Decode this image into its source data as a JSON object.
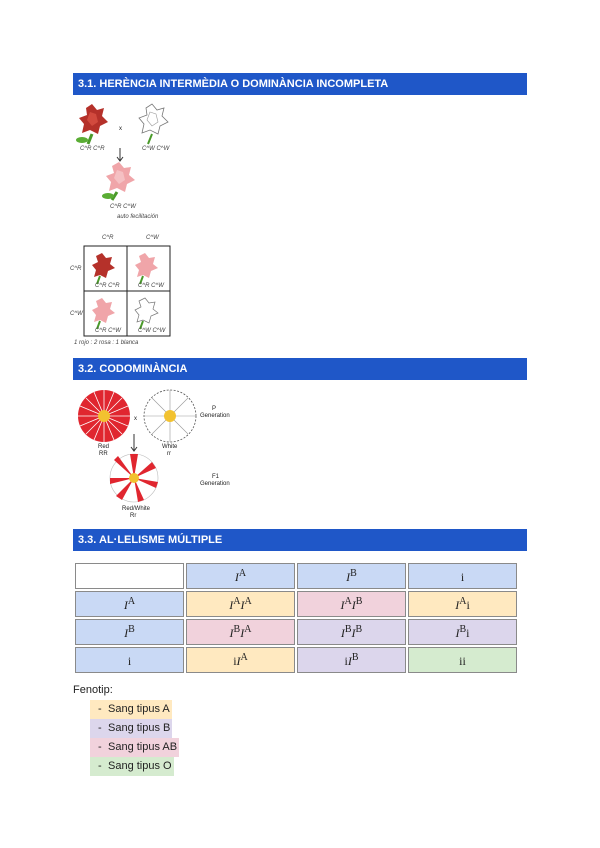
{
  "sections": {
    "s1": {
      "title": "3.1. HERÈNCIA INTERMÈDIA O DOMINÀNCIA INCOMPLETA"
    },
    "s2": {
      "title": "3.2. CODOMINÀNCIA"
    },
    "s3": {
      "title": "3.3. AL·LELISME MÚLTIPLE"
    }
  },
  "fig1": {
    "cross_symbol": "x",
    "parent_red_genotype": "C^R C^R",
    "parent_white_genotype": "C^W C^W",
    "f1_genotype": "C^R C^W",
    "f1_caption": "auto fecilitación",
    "col_head_1": "C^R",
    "col_head_2": "C^W",
    "row_head_1": "C^R",
    "row_head_2": "C^W",
    "cell_genotypes": [
      "C^R C^R",
      "C^R C^W",
      "C^R C^W",
      "C^W C^W"
    ],
    "ratio": "1 rojo : 2 rosa : 1 blanca"
  },
  "fig2": {
    "cross_symbol": "x",
    "p_label": "P",
    "p_gen": "Generation",
    "red_label": "Red",
    "red_geno": "RR",
    "white_label": "White",
    "white_geno": "rr",
    "f1_label": "F1",
    "f1_gen": "Generation",
    "offspring_label": "Red/White",
    "offspring_geno": "Rr"
  },
  "allele_table": {
    "col_headers": [
      {
        "base": "I",
        "sup": "A"
      },
      {
        "base": "I",
        "sup": "B"
      },
      {
        "base": "i",
        "sup": ""
      }
    ],
    "rows": [
      {
        "header": {
          "base": "I",
          "sup": "A"
        },
        "cells": [
          {
            "a": "I",
            "as": "A",
            "b": "I",
            "bs": "A"
          },
          {
            "a": "I",
            "as": "A",
            "b": "I",
            "bs": "B"
          },
          {
            "a": "I",
            "as": "A",
            "b": "i",
            "bs": ""
          }
        ]
      },
      {
        "header": {
          "base": "I",
          "sup": "B"
        },
        "cells": [
          {
            "a": "I",
            "as": "B",
            "b": "I",
            "bs": "A"
          },
          {
            "a": "I",
            "as": "B",
            "b": "I",
            "bs": "B"
          },
          {
            "a": "I",
            "as": "B",
            "b": "i",
            "bs": ""
          }
        ]
      },
      {
        "header": {
          "base": "i",
          "sup": ""
        },
        "cells": [
          {
            "a": "i",
            "as": "",
            "b": "I",
            "bs": "A"
          },
          {
            "a": "i",
            "as": "",
            "b": "I",
            "bs": "B"
          },
          {
            "a": "i",
            "as": "",
            "b": "i",
            "bs": ""
          }
        ]
      }
    ]
  },
  "phenotype": {
    "label": "Fenotip:",
    "items": [
      {
        "dash": "-",
        "text": "Sang tipus A",
        "color": "#ffe9c0"
      },
      {
        "dash": "-",
        "text": "Sang tipus B",
        "color": "#dcd6ec"
      },
      {
        "dash": "-",
        "text": "Sang tipus AB",
        "color": "#f1d2dc"
      },
      {
        "dash": "-",
        "text": "Sang tipus O",
        "color": "#d5ebcf"
      }
    ]
  },
  "colors": {
    "banner": "#1f57c8",
    "header_cell": "#c9d9f5",
    "red_flower": "#c0392b",
    "pink_flower": "#f0a0a8"
  }
}
